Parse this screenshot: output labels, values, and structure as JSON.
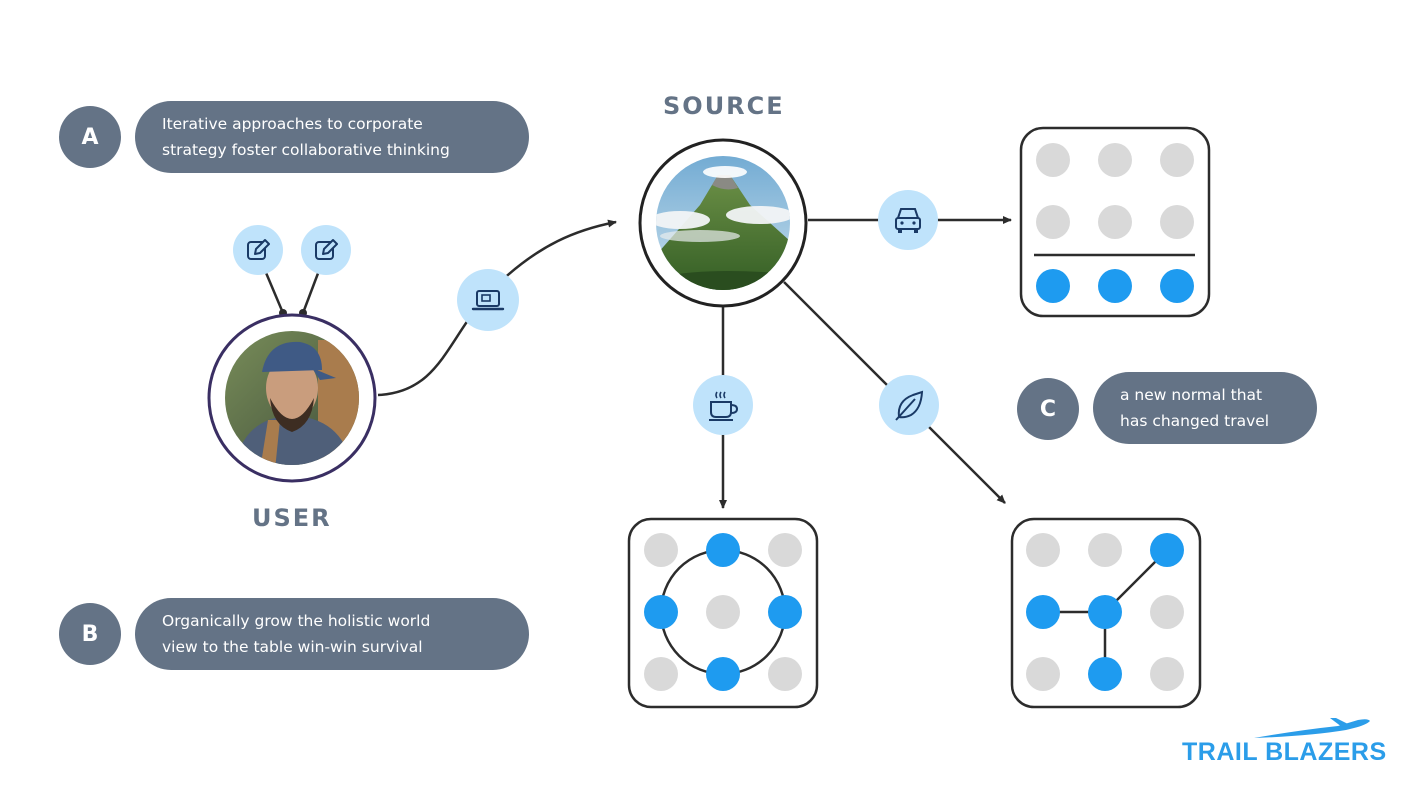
{
  "steps": [
    {
      "letter": "A",
      "lines": [
        "Iterative approaches to corporate",
        "strategy foster collaborative thinking"
      ]
    },
    {
      "letter": "B",
      "lines": [
        "Organically grow the holistic world",
        "view to the table win-win survival"
      ]
    },
    {
      "letter": "C",
      "lines": [
        "a new normal that",
        "has changed travel"
      ]
    }
  ],
  "nodes": {
    "user_label": "USER",
    "source_label": "SOURCE"
  },
  "icons": {
    "user_edits": [
      "pencil-square-icon",
      "pencil-square-icon"
    ],
    "user_to_source": "laptop-icon",
    "source_to_top": "car-icon",
    "source_to_bottom": "coffee-cup-icon",
    "source_to_right": "leaf-icon"
  },
  "patterns": {
    "top_right": "horizontal-line-bottom-row",
    "bottom_middle": "ring",
    "bottom_right": "branch"
  },
  "colors": {
    "slate": "#647386",
    "accent_blue": "#1e9bf0",
    "light_blue": "#bfe3fb",
    "dot_gray": "#d9d9d9",
    "line": "#2c2c2c",
    "user_ring": "#3a2f63"
  },
  "brand": {
    "name": "TRAIL BLAZERS"
  }
}
